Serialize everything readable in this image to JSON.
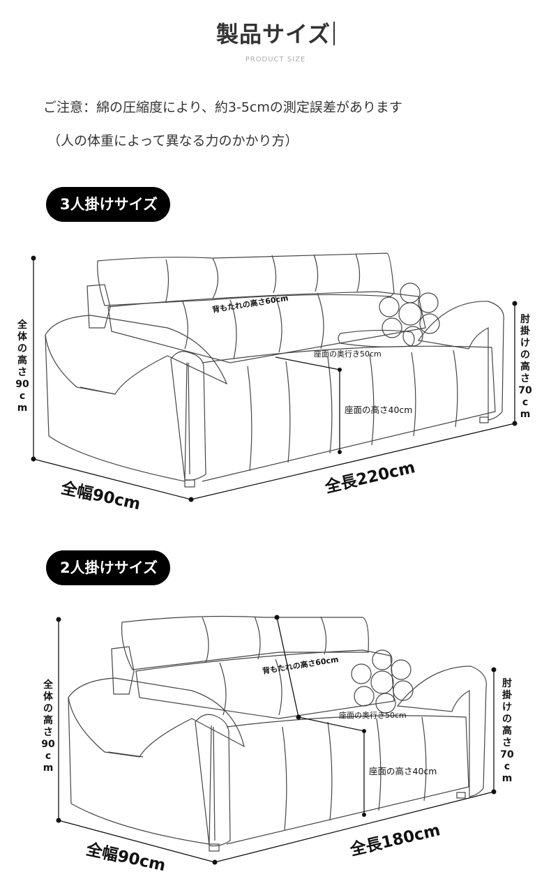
{
  "header": {
    "title": "製品サイズ",
    "subtitle": "PRODUCT SIZE"
  },
  "notes": {
    "line1": "ご注意：綿の圧縮度により、約3-5cmの測定誤差があります",
    "line2": "（人の体重によって異なる力のかかり方）"
  },
  "sofa3": {
    "badge": "3人掛けサイズ",
    "total_height": "全体の高さ90cm",
    "arm_height": "肘掛けの高さ70cm",
    "back_height": "背もたれの高さ60cm",
    "seat_depth": "座面の奥行き50cm",
    "seat_height": "座面の高さ40cm",
    "width": "全幅90cm",
    "length": "全長220cm"
  },
  "sofa2": {
    "badge": "2人掛けサイズ",
    "total_height": "全体の高さ90cm",
    "arm_height": "肘掛けの高さ70cm",
    "back_height": "背もたれの高さ60cm",
    "seat_depth": "座面の奥行き50cm",
    "seat_height": "座面の高さ40cm",
    "width": "全幅90cm",
    "length": "全長180cm"
  }
}
